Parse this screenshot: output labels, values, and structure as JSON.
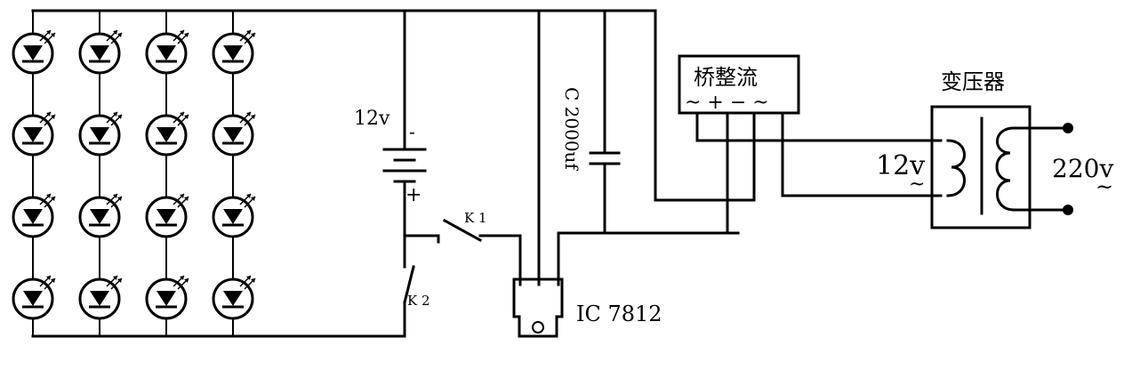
{
  "labels": {
    "battery": "12v",
    "battery_minus": "-",
    "battery_plus": "+",
    "switch_k1": "K 1",
    "switch_k2": "K 2",
    "capacitor": "C 2000uf",
    "regulator": "IC 7812",
    "bridge": "桥整流",
    "bridge_pins": "~ + − ~",
    "transformer": "变压器",
    "secondary": "12v",
    "primary": "220v",
    "ac_symbol": "~"
  },
  "led_array": {
    "columns": 4,
    "rows": 4
  },
  "colors": {
    "line": "#000000",
    "background": "#ffffff"
  }
}
